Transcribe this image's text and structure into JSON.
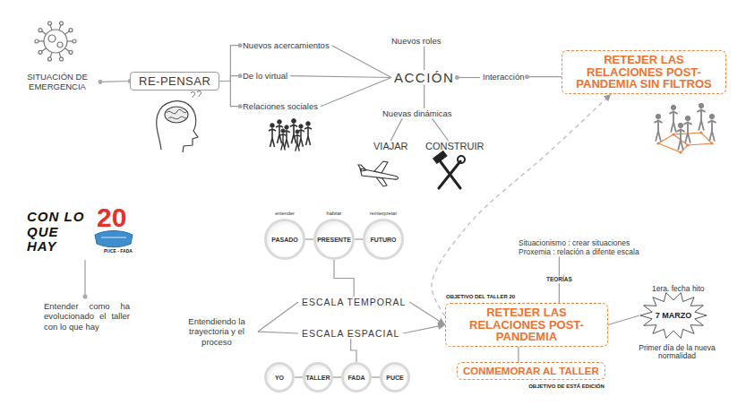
{
  "diagram": {
    "nodes": [
      {
        "text": [
          "SITUACIÓN DE EMERGENCIA"
        ]
      },
      {
        "text": [
          "RE-PENSAR"
        ]
      },
      {
        "text": [
          "Nuevos acercamientos"
        ]
      },
      {
        "text": [
          "De lo virtual"
        ]
      },
      {
        "text": [
          "Relaciones sociales"
        ]
      },
      {
        "text": [
          "Nuevos roles"
        ]
      },
      {
        "text": [
          "ACCIÓN"
        ]
      },
      {
        "text": [
          "Nuevas dinámicas"
        ]
      },
      {
        "text": [
          "VIAJAR"
        ]
      },
      {
        "text": [
          "CONSTRUIR"
        ]
      },
      {
        "text": [
          "Interacción"
        ]
      },
      {
        "text": [
          "RETEJER LAS RELACIONES POST-PANDEMIA SIN FILTROS"
        ]
      },
      {
        "text": [
          "Entender como ha evolucionado el taller con lo que hay"
        ]
      },
      {
        "text": [
          "Entendiendo la trayectoria y el proceso"
        ]
      },
      {
        "text": [
          "ESCALA TEMPORAL"
        ]
      },
      {
        "text": [
          "ESCALA ESPACIAL"
        ]
      },
      {
        "text": [
          "entender",
          "PASADO"
        ]
      },
      {
        "text": [
          "habitar",
          "PRESENTE"
        ]
      },
      {
        "text": [
          "reinterpretar",
          "FUTURO"
        ]
      },
      {
        "text": [
          "YO"
        ]
      },
      {
        "text": [
          "TALLER"
        ]
      },
      {
        "text": [
          "FADA"
        ]
      },
      {
        "text": [
          "PUCE"
        ]
      },
      {
        "text": [
          "OBJETIVO DEL TALLER 20",
          "RETEJER LAS RELACIONES POST- PANDEMIA"
        ]
      },
      {
        "text": [
          "Situacionismo : crear situaciones",
          "Proxemia : relación a difente escala"
        ]
      },
      {
        "text": [
          "CONMEMORAR AL TALLER",
          "OBJETIVO DE ESTÁ EDICIÓN"
        ]
      },
      {
        "text": [
          "7 MARZO"
        ]
      }
    ],
    "edges": [
      {
        "from": 0,
        "to": 1,
        "arrow": "none"
      },
      {
        "from": 1,
        "to": 2,
        "arrow": "none"
      },
      {
        "from": 1,
        "to": 3,
        "arrow": "none"
      },
      {
        "from": 1,
        "to": 4,
        "arrow": "none"
      },
      {
        "from": 2,
        "to": 6,
        "arrow": "none"
      },
      {
        "from": 3,
        "to": 6,
        "arrow": "none"
      },
      {
        "from": 4,
        "to": 6,
        "arrow": "none"
      },
      {
        "from": 6,
        "to": 5,
        "arrow": "none"
      },
      {
        "from": 6,
        "to": 7,
        "arrow": "none"
      },
      {
        "from": 7,
        "to": 8,
        "arrow": "none"
      },
      {
        "from": 7,
        "to": 9,
        "arrow": "none"
      },
      {
        "from": 6,
        "to": 10,
        "arrow": "none"
      },
      {
        "from": 10,
        "to": 11,
        "arrow": "none"
      },
      {
        "from": 23,
        "to": 11,
        "arrow": "to"
      },
      {
        "from": 13,
        "to": 14,
        "arrow": "none"
      },
      {
        "from": 13,
        "to": 15,
        "arrow": "none"
      },
      {
        "from": 14,
        "to": 17,
        "arrow": "none"
      },
      {
        "from": 15,
        "to": 21,
        "arrow": "none"
      },
      {
        "from": 14,
        "to": 23,
        "arrow": "to"
      },
      {
        "from": 15,
        "to": 23,
        "arrow": "to"
      },
      {
        "from": 16,
        "to": 17,
        "arrow": "none"
      },
      {
        "from": 17,
        "to": 18,
        "arrow": "none"
      },
      {
        "from": 19,
        "to": 20,
        "arrow": "none"
      },
      {
        "from": 20,
        "to": 21,
        "arrow": "none"
      },
      {
        "from": 21,
        "to": 22,
        "arrow": "none"
      },
      {
        "from": 23,
        "to": 24,
        "label": "TEORÍAS",
        "arrow": "none"
      },
      {
        "from": 23,
        "to": 25,
        "arrow": "none"
      },
      {
        "from": 23,
        "to": 26,
        "arrow": "none"
      }
    ],
    "labels": [
      "CON LO QUE HAY",
      "20",
      "PUCE - FADA",
      "1era. fecha hito",
      "Primer día de la nueva normalidad"
    ]
  }
}
